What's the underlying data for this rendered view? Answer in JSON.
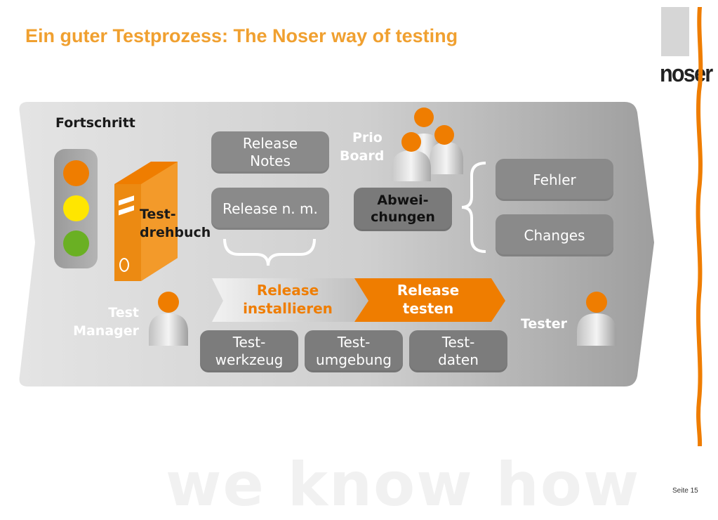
{
  "slide": {
    "title": "Ein guter Testprozess: The Noser way of testing",
    "footer_ghost": "we know how",
    "page_label": "Seite 15"
  },
  "logo": {
    "text": "noser"
  },
  "diagram": {
    "progress_label": "Fortschritt",
    "binder_label_1": "Test-",
    "binder_label_2": "drehbuch",
    "release_notes_1": "Release",
    "release_notes_2": "Notes",
    "release_nm": "Release n. m.",
    "prio_board_1": "Prio",
    "prio_board_2": "Board",
    "deviations_1": "Abwei-",
    "deviations_2": "chungen",
    "errors": "Fehler",
    "changes": "Changes",
    "install_1": "Release",
    "install_2": "installieren",
    "test_1": "Release",
    "test_2": "testen",
    "test_manager_1": "Test",
    "test_manager_2": "Manager",
    "tester": "Tester",
    "tool_1": "Test-",
    "tool_2": "werkzeug",
    "env_1": "Test-",
    "env_2": "umgebung",
    "data_1": "Test-",
    "data_2": "daten"
  },
  "colors": {
    "title": "#f0a030",
    "orange": "#ef7d00",
    "lamp_orange": "#ef7d00",
    "lamp_yellow": "#ffe600",
    "lamp_green": "#6ab023",
    "box_gray": "#8a8a8a"
  },
  "icons": [
    "traffic-light-icon",
    "binder-icon",
    "person-icon",
    "group-icon",
    "brace-icon"
  ]
}
